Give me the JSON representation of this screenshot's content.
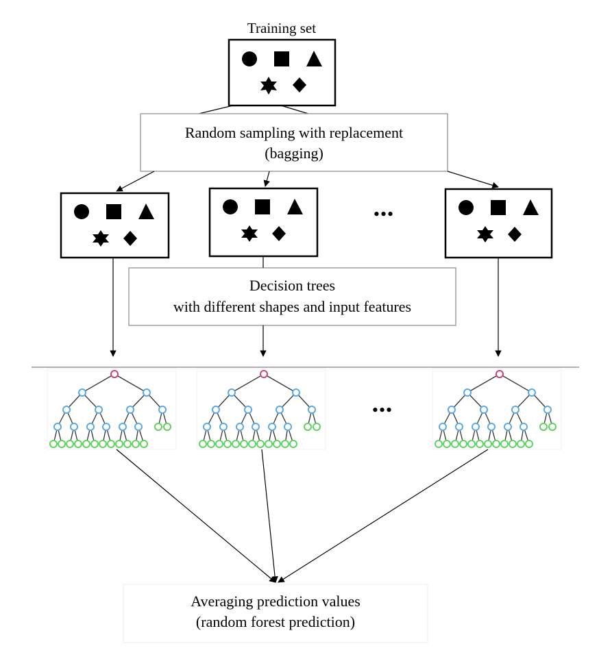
{
  "training_set": {
    "title": "Training set"
  },
  "sampling": {
    "line1": "Random sampling with replacement",
    "line2": "(bagging)"
  },
  "trees_box": {
    "line1": "Decision trees",
    "line2": "with different shapes and input features"
  },
  "output": {
    "line1": "Averaging prediction values",
    "line2": "(random forest prediction)"
  },
  "ellipsis": "•••",
  "colors": {
    "root_node": "#d4426b",
    "internal_node": "#5aa9e6",
    "leaf_node": "#5fd25f",
    "edge": "#333333",
    "box_border_thin": "#a0a0a0"
  }
}
